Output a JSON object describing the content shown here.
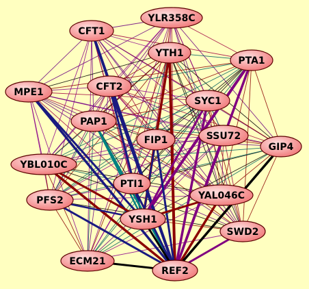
{
  "colors": {
    "background": "#FFFFC0",
    "node_fill_light": "#FFD6D6",
    "node_fill_dark": "#F07A7A",
    "node_stroke": "#5a0000",
    "label": "#000000"
  },
  "nodes": [
    {
      "id": "YLR358C",
      "label": "YLR358C"
    },
    {
      "id": "CFT1",
      "label": "CFT1"
    },
    {
      "id": "YTH1",
      "label": "YTH1"
    },
    {
      "id": "PTA1",
      "label": "PTA1"
    },
    {
      "id": "MPE1",
      "label": "MPE1"
    },
    {
      "id": "CFT2",
      "label": "CFT2"
    },
    {
      "id": "SYC1",
      "label": "SYC1"
    },
    {
      "id": "PAP1",
      "label": "PAP1"
    },
    {
      "id": "SSU72",
      "label": "SSU72"
    },
    {
      "id": "FIP1",
      "label": "FIP1"
    },
    {
      "id": "GIP4",
      "label": "GIP4"
    },
    {
      "id": "YBL010C",
      "label": "YBL010C"
    },
    {
      "id": "PTI1",
      "label": "PTI1"
    },
    {
      "id": "YAL046C",
      "label": "YAL046C"
    },
    {
      "id": "PFS2",
      "label": "PFS2"
    },
    {
      "id": "YSH1",
      "label": "YSH1"
    },
    {
      "id": "SWD2",
      "label": "SWD2"
    },
    {
      "id": "ECM21",
      "label": "ECM21"
    },
    {
      "id": "REF2",
      "label": "REF2"
    }
  ]
}
